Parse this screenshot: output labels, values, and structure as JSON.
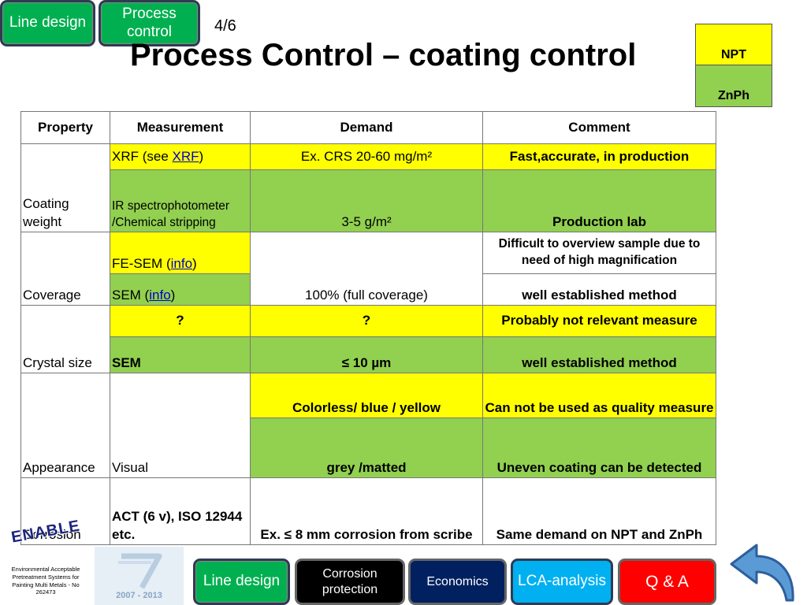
{
  "top_nav": {
    "line_design": "Line design",
    "process_control": "Process control"
  },
  "page_number": "4/6",
  "title": "Process Control – coating control",
  "legend": {
    "npt": "NPT",
    "znph": "ZnPh"
  },
  "table": {
    "headers": {
      "property": "Property",
      "measurement": "Measurement",
      "demand": "Demand",
      "comment": "Comment"
    },
    "coating_weight": {
      "property": "Coating weight",
      "xrf_prefix": "XRF (see ",
      "xrf_link": "XRF",
      "xrf_suffix": ")",
      "xrf_demand": "Ex. CRS 20-60 mg/m²",
      "xrf_comment": "Fast,accurate, in production",
      "ir_measurement": "IR spectrophotometer /Chemical stripping",
      "ir_demand": "3-5 g/m²",
      "ir_comment": "Production lab"
    },
    "coverage": {
      "property": "Coverage",
      "fesem_prefix": "FE-SEM (",
      "fesem_link": "info",
      "fesem_suffix": ")",
      "fesem_comment": "Difficult to overview sample due to need of high magnification",
      "sem_prefix": "SEM (",
      "sem_link": "info",
      "sem_suffix": ")",
      "demand": "100%  (full coverage)",
      "sem_comment": "well established method"
    },
    "crystal_size": {
      "property": "Crystal size",
      "q_measurement": "?",
      "q_demand": "?",
      "q_comment": "Probably not relevant measure",
      "sem_measurement": "SEM",
      "sem_demand": "≤ 10 µm",
      "sem_comment": "well established method"
    },
    "appearance": {
      "property": "Appearance",
      "measurement": "Visual",
      "npt_demand": "Colorless/ blue / yellow",
      "npt_comment": "Can not be used as quality measure",
      "znph_demand": "grey /matted",
      "znph_comment": "Uneven coating can be detected"
    },
    "corrosion": {
      "property": "Corrosion",
      "measurement": "ACT (6 v), ISO 12944 etc.",
      "demand": "Ex. ≤ 8 mm corrosion from scribe",
      "comment": "Same demand on NPT and ZnPh"
    }
  },
  "logo_text": "ENABLE",
  "footer_text": "Environmental Acceptable Pretreatment Systems for Painting Multi Metals - No 262473",
  "fp7_years": "2007 - 2013",
  "bottom_nav": {
    "line_design": "Line design",
    "corrosion_protection": "Corrosion protection",
    "economics": "Economics",
    "lca_analysis": "LCA-analysis",
    "qa": "Q & A"
  },
  "colors": {
    "npt": "#ffff00",
    "znph": "#92d050",
    "nav_green": "#00b050",
    "nav_blue": "#00b0f0",
    "nav_red": "#ff0000",
    "nav_navy": "#002060"
  }
}
